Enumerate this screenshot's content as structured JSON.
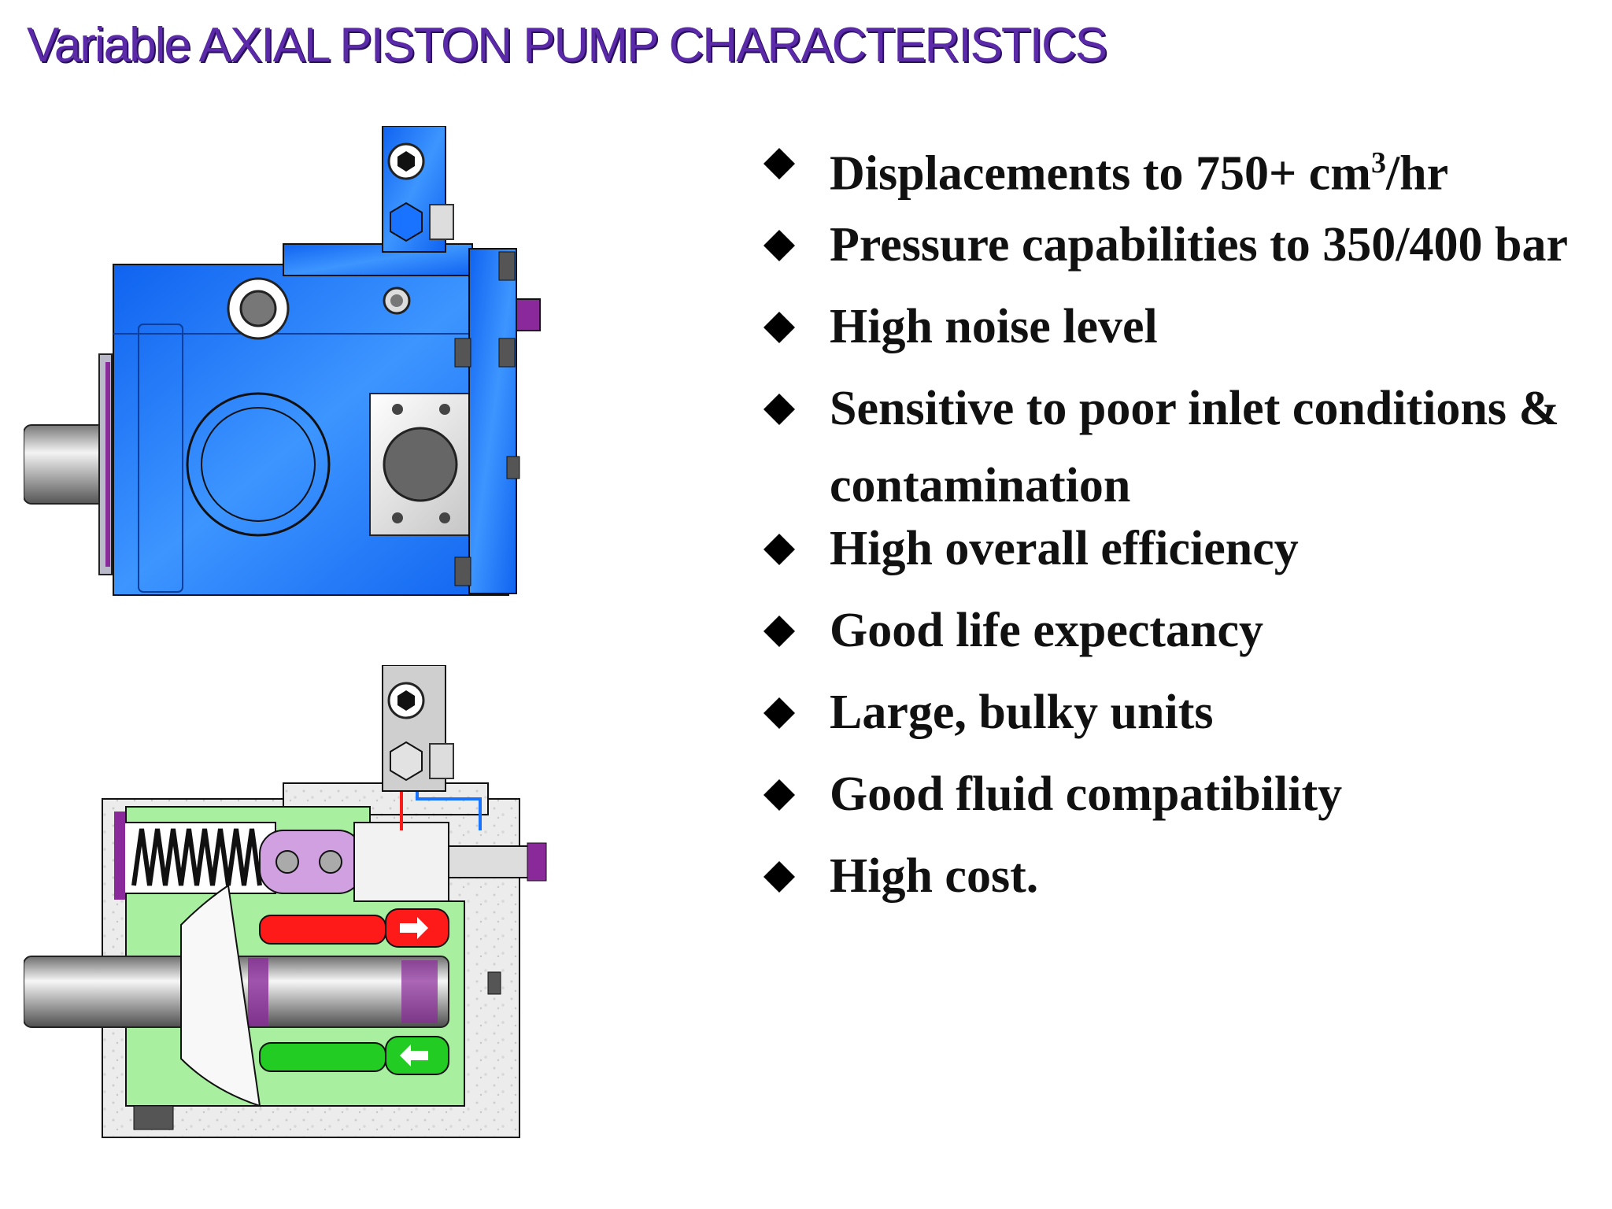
{
  "slide": {
    "title": "Variable AXIAL PISTON PUMP CHARACTERISTICS"
  },
  "bullets": [
    {
      "text": "Displacements to 750+ cm",
      "sup": "3",
      "after": "/hr"
    },
    {
      "text": "Pressure capabilities to 350/400 bar"
    },
    {
      "text": "High noise level"
    },
    {
      "text": "Sensitive to poor inlet conditions &",
      "line2": "contamination"
    },
    {
      "text": "High overall efficiency"
    },
    {
      "text": "Good life expectancy"
    },
    {
      "text": "Large, bulky units"
    },
    {
      "text": "Good fluid compatibility"
    },
    {
      "text": "High cost."
    }
  ],
  "colors": {
    "pump_body": "#1a73ff",
    "pump_body_light": "#4ea0ff",
    "title": "#5a2aa8",
    "cutaway_fluid": "#a8f0a0",
    "piston_red": "#ff1a1a",
    "piston_green": "#22cc22",
    "accent_purple": "#8a2a9a"
  },
  "icons": {
    "bullet": "diamond-bullet-icon"
  }
}
